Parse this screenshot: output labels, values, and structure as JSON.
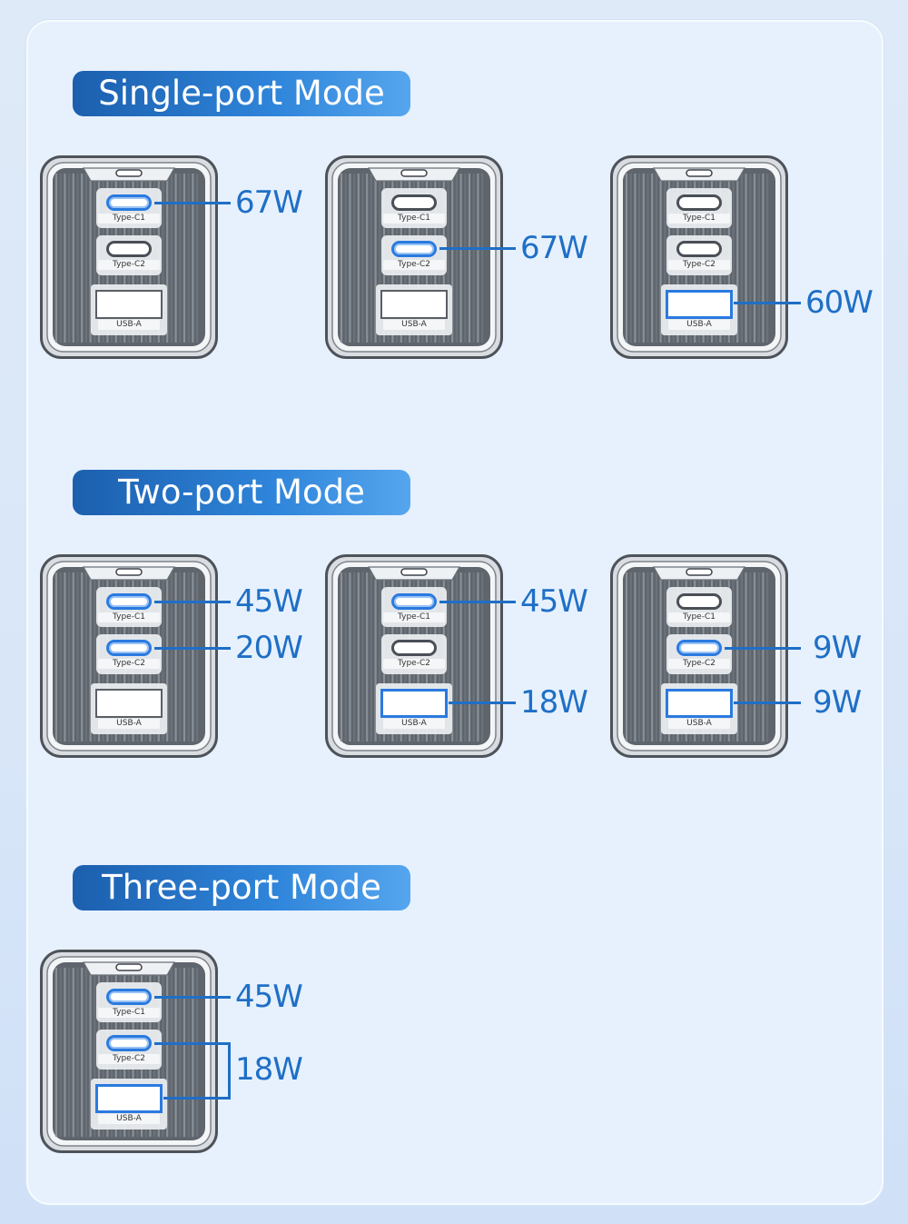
{
  "sections": [
    {
      "title": "Single-port Mode"
    },
    {
      "title": "Two-port Mode"
    },
    {
      "title": "Three-port Mode"
    }
  ],
  "port_labels": {
    "c1": "Type-C1",
    "c2": "Type-C2",
    "a": "USB-A"
  },
  "single": [
    {
      "port": "Type-C1",
      "watt": "67W"
    },
    {
      "port": "Type-C2",
      "watt": "67W"
    },
    {
      "port": "USB-A",
      "watt": "60W"
    }
  ],
  "two": [
    {
      "c1": "45W",
      "c2": "20W"
    },
    {
      "c1": "45W",
      "a": "18W"
    },
    {
      "c2": "9W",
      "a": "9W"
    }
  ],
  "three": {
    "c1": "45W",
    "c2_a": "18W"
  },
  "colors": {
    "accent": "#1f6fc6",
    "pill_start": "#1c5fae",
    "pill_end": "#56a6ee"
  }
}
